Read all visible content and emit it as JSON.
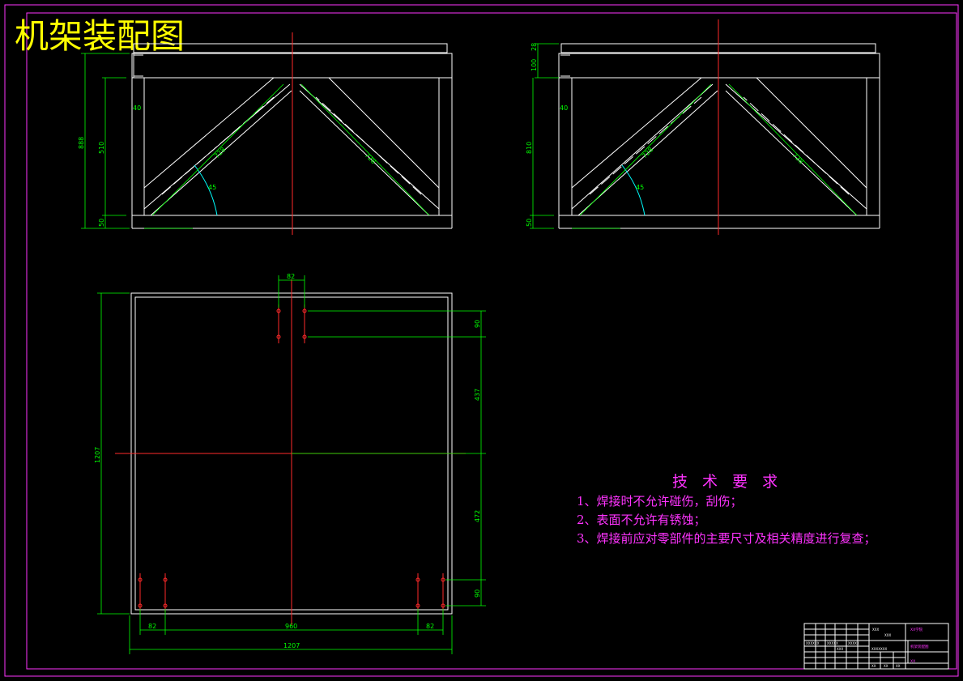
{
  "drawing": {
    "title": "机架装配图",
    "front_view": {
      "dims": {
        "total_height": "888",
        "frame_height": "510",
        "top_thickness": "40",
        "base_height": "50",
        "diag_left": "728",
        "diag_right": "728",
        "angle": "45"
      }
    },
    "side_view": {
      "dims": {
        "top_slab": "28",
        "top_beam": "100",
        "frame_height": "810",
        "top_thickness": "40",
        "base_height": "50",
        "diag_left": "728",
        "diag_right": "728",
        "angle": "45"
      }
    },
    "plan_view": {
      "dims": {
        "top_spacing": "82",
        "right_90_top": "90",
        "right_437": "437",
        "right_472": "472",
        "right_90_bottom": "90",
        "left_total": "1207",
        "bottom_82_left": "82",
        "bottom_960": "960",
        "bottom_82_right": "82",
        "bottom_total": "1207"
      }
    },
    "tech_requirements": {
      "heading": "技 术 要 求",
      "items": [
        "1、焊接时不允许碰伤，刮伤；",
        "2、表面不允许有锈蚀；",
        "3、焊接前应对零部件的主要尺寸及相关精度进行复查；"
      ]
    },
    "title_block": {
      "cells": [
        "XXX",
        "XXX",
        "XX学院",
        "机架装配图",
        "XXXXXX",
        "XXXXX",
        "XXXXX",
        "XXX",
        "XXXXXXX",
        "XX",
        "XX",
        "XX",
        "XX"
      ]
    },
    "colors": {
      "title": "#ffff00",
      "dimension": "#00ff00",
      "outline": "#ffffff",
      "centerline": "#ff2a2a",
      "angle_arc": "#00ffff",
      "border": "#ff33ff"
    }
  }
}
